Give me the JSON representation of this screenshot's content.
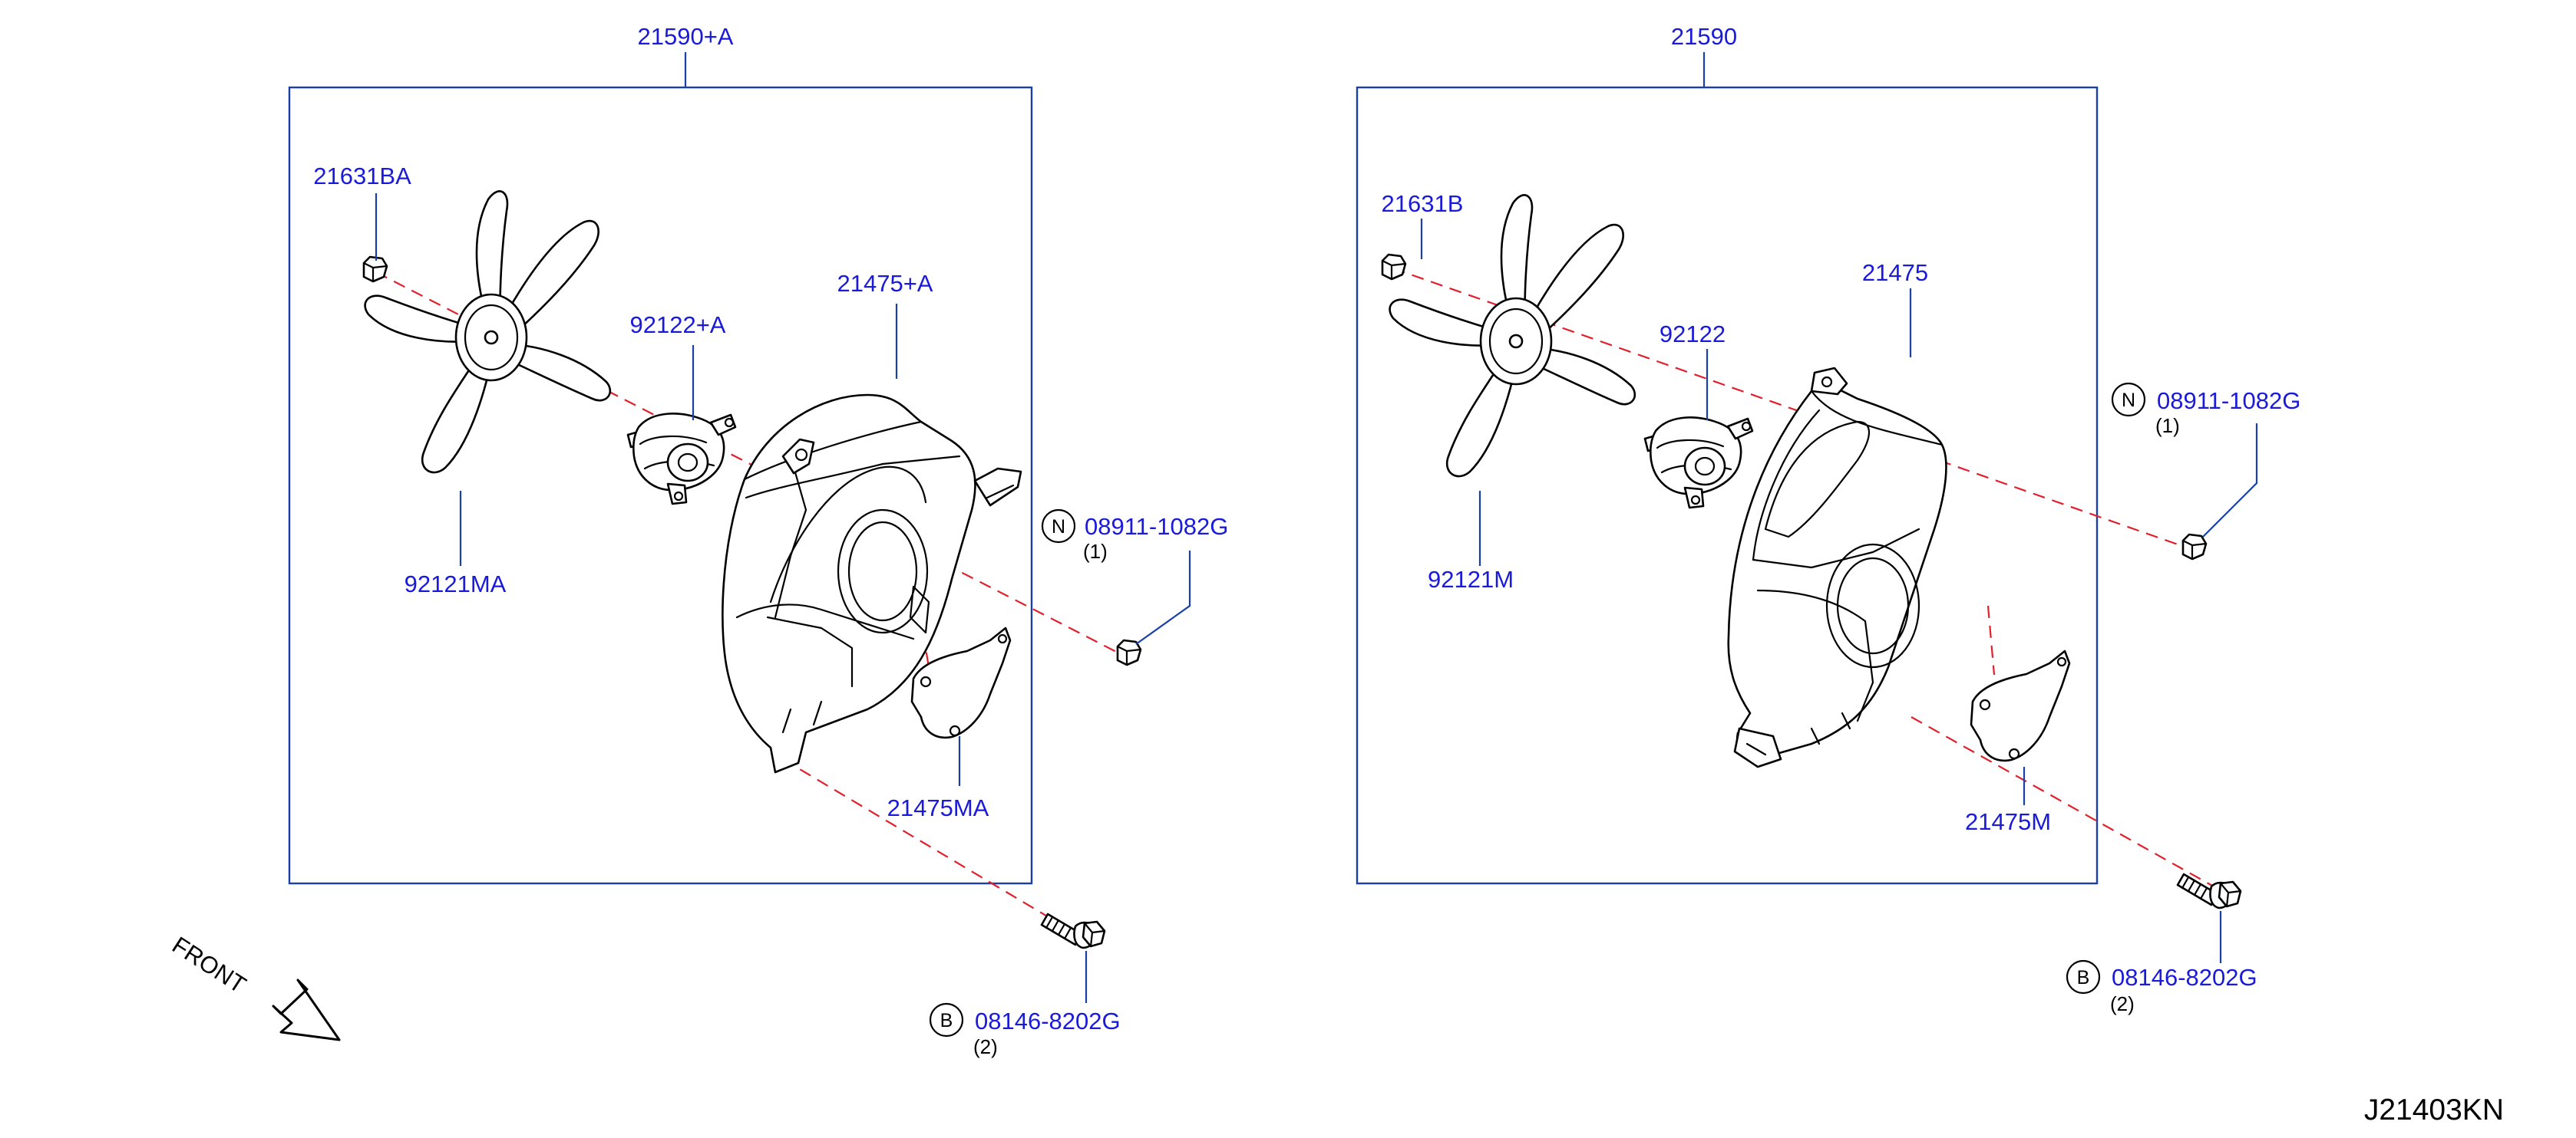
{
  "diagram_code": "J21403KN",
  "front_label": "FRONT",
  "assemblies": [
    {
      "assembly_number": "21590+A",
      "parts": {
        "fan_nut": "21631BA",
        "fan_blade": "92121MA",
        "fan_motor": "92122+A",
        "shroud": "21475+A",
        "shroud_cover": "21475MA"
      }
    },
    {
      "assembly_number": "21590",
      "parts": {
        "fan_nut": "21631B",
        "fan_blade": "92121M",
        "fan_motor": "92122",
        "shroud": "21475",
        "shroud_cover": "21475M"
      }
    }
  ],
  "fasteners": {
    "nut": {
      "badge": "N",
      "part_number": "08911-1082G",
      "quantity": "(1)"
    },
    "bolt": {
      "badge": "B",
      "part_number": "08146-8202G",
      "quantity": "(2)"
    }
  }
}
